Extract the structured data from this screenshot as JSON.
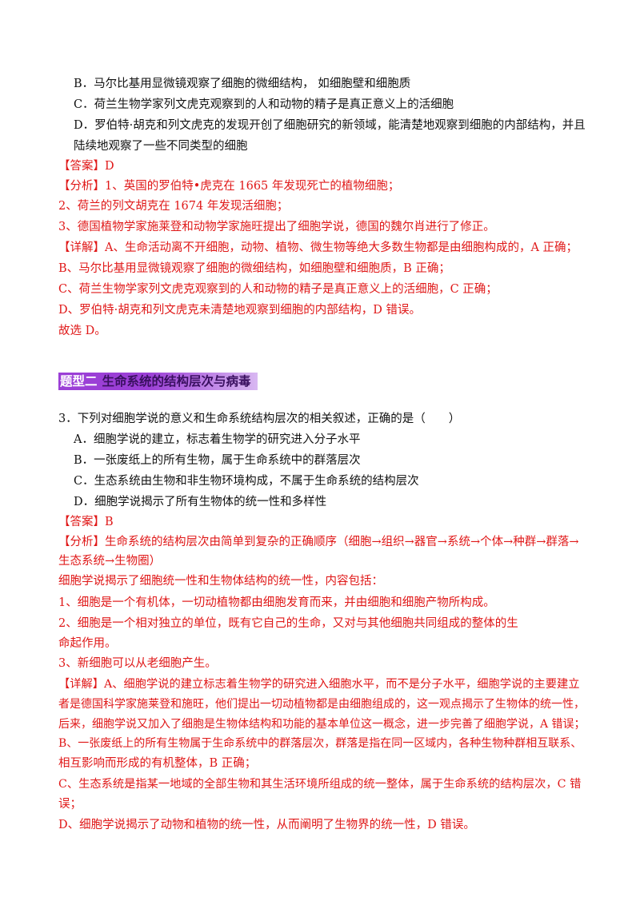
{
  "colors": {
    "answer_red": "#e01818",
    "heading_purple": "#9b3fd6",
    "text": "#111111"
  },
  "q2": {
    "option_b": "B．马尔比基用显微镜观察了细胞的微细结构，  如细胞壁和细胞质",
    "option_c": "C．荷兰生物学家列文虎克观察到的人和动物的精子是真正意义上的活细胞",
    "option_d_1": "D．罗伯特·胡克和列文虎克的发现开创了细胞研究的新领域，能清楚地观察到细胞的内部结构，并且",
    "option_d_2": "陆续地观察了一些不同类型的细胞",
    "answer": "【答案】D",
    "analysis_1": "【分析】1、英国的罗伯特•虎克在 1665 年发现死亡的植物细胞；",
    "analysis_2": "2、荷兰的列文胡克在 1674 年发现活细胞；",
    "analysis_3": "3、德国植物学家施莱登和动物学家施旺提出了细胞学说，德国的魏尔肖进行了修正。",
    "detail_a": "【详解】A、生命活动离不开细胞，动物、植物、微生物等绝大多数生物都是由细胞构成的，A 正确；",
    "detail_b": "B、马尔比基用显微镜观察了细胞的微细结构，如细胞壁和细胞质，B 正确；",
    "detail_c": "C、荷兰生物学家列文虎克观察到的人和动物的精子是真正意义上的活细胞，C 正确；",
    "detail_d": "D、罗伯特·胡克和列文虎克未清楚地观察到细胞的内部结构，D 错误。",
    "conclusion": "故选 D。"
  },
  "section_heading": {
    "prefix": "题型二",
    "title": "生命系统的结构层次与病毒"
  },
  "q3": {
    "stem": "3．下列对细胞学说的意义和生命系统结构层次的相关叙述，正确的是（　　）",
    "option_a": "A．细胞学说的建立，标志着生物学的研究进入分子水平",
    "option_b": "B．一张废纸上的所有生物，属于生命系统中的群落层次",
    "option_c": "C．生态系统由生物和非生物环境构成，不属于生命系统的结构层次",
    "option_d": "D．细胞学说揭示了所有生物体的统一性和多样性",
    "answer": "【答案】B",
    "analysis_1": "【分析】生命系统的结构层次由简单到复杂的正确顺序（细胞→组织→器官→系统→个体→种群→群落→",
    "analysis_2": "生态系统→生物圈）",
    "analysis_3": "细胞学说揭示了细胞统一性和生物体结构的统一性，内容包括：",
    "analysis_4": "1、细胞是一个有机体，一切动植物都由细胞发育而来，并由细胞和细胞产物所构成。",
    "analysis_5": "2、细胞是一个相对独立的单位，既有它自己的生命，又对与其他细胞共同组成的整体的生",
    "analysis_6": "命起作用。",
    "analysis_7": "3、新细胞可以从老细胞产生。",
    "detail_1": "【详解】A、细胞学说的建立标志着生物学的研究进入细胞水平，而不是分子水平，细胞学说的主要建立",
    "detail_2": "者是德国科学家施莱登和施旺，他们提出一切动植物都是由细胞组成的，这一观点揭示了生物体的统一性，",
    "detail_3": "后来，细胞学说又加入了细胞是生物体结构和功能的基本单位这一概念，进一步完善了细胞学说，A 错误；",
    "detail_4": "B、一张废纸上的所有生物属于生命系统中的群落层次，群落是指在同一区域内，各种生物种群相互联系、",
    "detail_5": "相互影响而形成的有机整体，B 正确；",
    "detail_6": "C、生态系统是指某一地域的全部生物和其生活环境所组成的统一整体，属于生命系统的结构层次，C 错",
    "detail_7": "误；",
    "detail_8": "D、细胞学说揭示了动物和植物的统一性，从而阐明了生物界的统一性，D 错误。"
  }
}
